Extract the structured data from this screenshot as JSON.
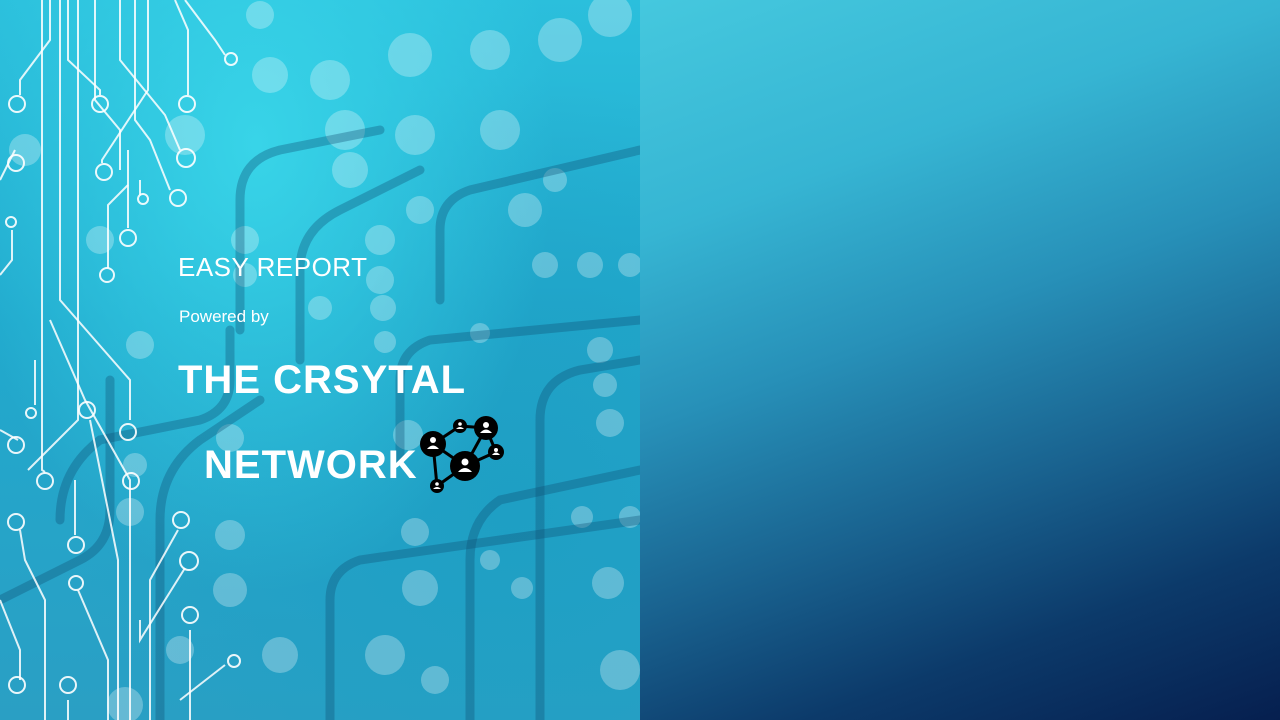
{
  "slide": {
    "title": "EASY REPORT",
    "subtitle": "Powered by",
    "brand_line1": "THE CRSYTAL",
    "brand_line2": "NETWORK",
    "logo_icon": "network-people-icon",
    "background_image": "circuit-board-image"
  },
  "colors": {
    "left_base": "#2bbfdc",
    "right_top": "#45c8de",
    "right_bottom": "#061f4f",
    "text": "#ffffff",
    "logo": "#000000"
  }
}
